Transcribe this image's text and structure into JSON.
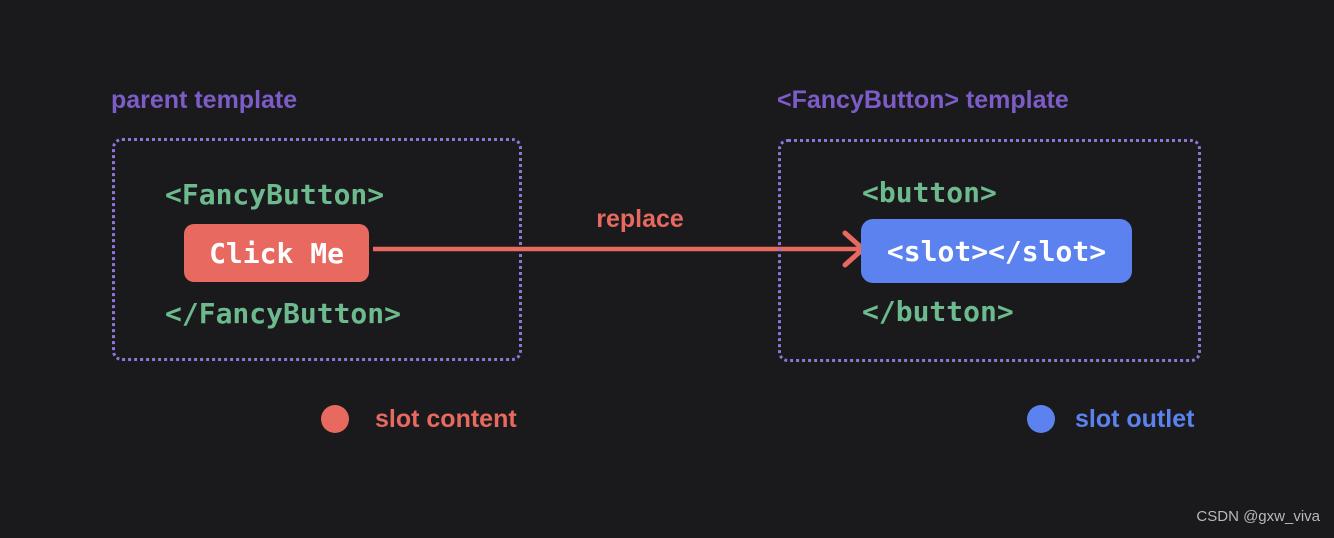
{
  "colors": {
    "background": "#1a1a1c",
    "purple": "#7d5cc8",
    "border_purple": "#8f75d6",
    "green": "#6cba8d",
    "salmon": "#e7695f",
    "blue": "#5b82ee",
    "button_text": "#ffffff",
    "watermark": "#b9b9b9"
  },
  "parent": {
    "title": "parent template",
    "open_tag": "<FancyButton>",
    "button_label": "Click Me",
    "close_tag": "</FancyButton>"
  },
  "fancy": {
    "title": "<FancyButton> template",
    "open_tag": "<button>",
    "slot_label": "<slot></slot>",
    "close_tag": "</button>"
  },
  "arrow_label": "replace",
  "legend": [
    {
      "label": "slot content",
      "color": "#e7695f"
    },
    {
      "label": "slot outlet",
      "color": "#5b82ee"
    }
  ],
  "watermark": "CSDN @gxw_viva"
}
